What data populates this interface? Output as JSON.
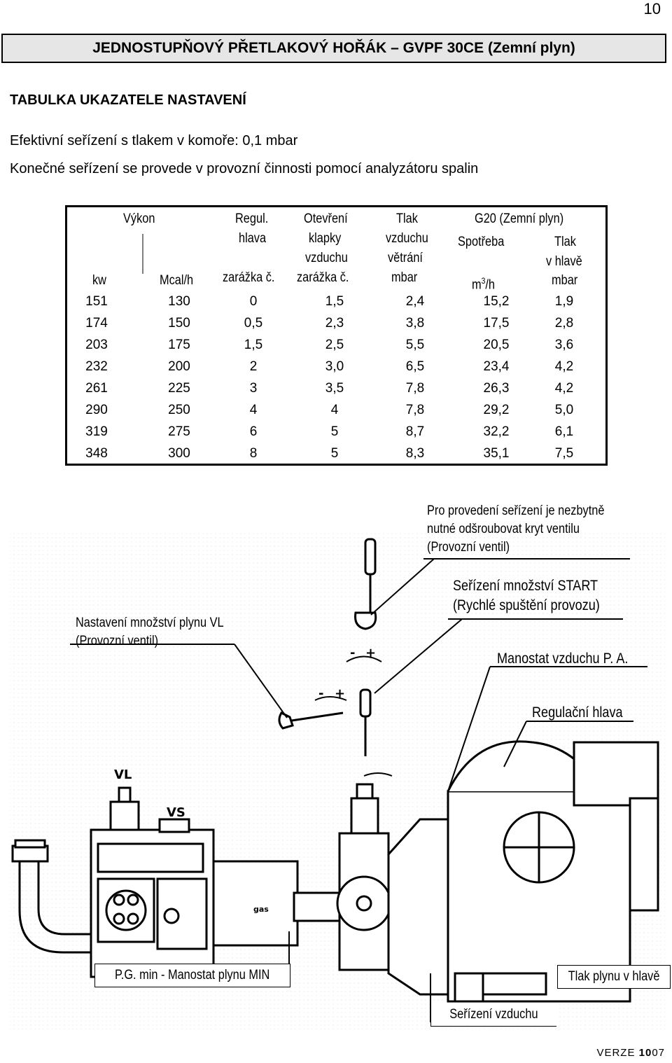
{
  "page_number": "10",
  "title": "JEDNOSTUPŇOVÝ PŘETLAKOVÝ HOŘÁK – GVPF 30CE (Zemní plyn)",
  "section_title": "TABULKA UKAZATELE NASTAVENÍ",
  "line1": "Efektivní seřízení s tlakem v komoře: 0,1 mbar",
  "line2": "Konečné seřízení se provede v provozní činnosti pomocí analyzátoru spalin",
  "table": {
    "header": {
      "vykon": "Výkon",
      "kw": "kw",
      "mcal": "Mcal/h",
      "regul_1": "Regul.",
      "regul_2": "hlava",
      "regul_3": "zarážka č.",
      "otev_1": "Otevření",
      "otev_2": "klapky",
      "otev_3": "vzduchu",
      "otev_4": "zarážka č.",
      "tlak_1": "Tlak",
      "tlak_2": "vzduchu",
      "tlak_3": "větrání",
      "tlak_4": "mbar",
      "g20": "G20 (Zemní plyn)",
      "spotreba": "Spotřeba",
      "m3h_base": "m",
      "m3h_sup": "3",
      "m3h_rest": "/h",
      "tlakh_1": "Tlak",
      "tlakh_2": "v hlavě",
      "tlakh_3": "mbar"
    },
    "rows": [
      [
        "151",
        "130",
        "0",
        "1,5",
        "2,4",
        "15,2",
        "1,9"
      ],
      [
        "174",
        "150",
        "0,5",
        "2,3",
        "3,8",
        "17,5",
        "2,8"
      ],
      [
        "203",
        "175",
        "1,5",
        "2,5",
        "5,5",
        "20,5",
        "3,6"
      ],
      [
        "232",
        "200",
        "2",
        "3,0",
        "6,5",
        "23,4",
        "4,2"
      ],
      [
        "261",
        "225",
        "3",
        "3,5",
        "7,8",
        "26,3",
        "4,2"
      ],
      [
        "290",
        "250",
        "4",
        "4",
        "7,8",
        "29,2",
        "5,0"
      ],
      [
        "319",
        "275",
        "6",
        "5",
        "8,7",
        "32,2",
        "6,1"
      ],
      [
        "348",
        "300",
        "8",
        "5",
        "8,3",
        "35,1",
        "7,5"
      ]
    ]
  },
  "diagram": {
    "note_1": "Pro provedení seřízení je nezbytně",
    "note_2": "nutné odšroubovat kryt ventilu",
    "note_3": "(Provozní ventil)",
    "start_1": "Seřízení množství START",
    "start_2": "(Rychlé spuštění provozu)",
    "vl_1": "Nastavení množství plynu VL",
    "vl_2": "(Provozní ventil)",
    "manostat_air": "Manostat vzduchu P. A.",
    "regul_head": "Regulační hlava",
    "pg_min": "P.G. min - Manostat  plynu MIN",
    "gas_pressure": "Tlak plynu v hlavě",
    "air_adjust": "Seřízení vzduchu",
    "label_vl": "VL",
    "label_vs": "VS",
    "label_gas": "gas",
    "sign_minus": "-",
    "sign_plus": "+"
  },
  "footer": {
    "verze_label": "VERZE",
    "verze_bold": "10",
    "verze_rest": "07"
  }
}
